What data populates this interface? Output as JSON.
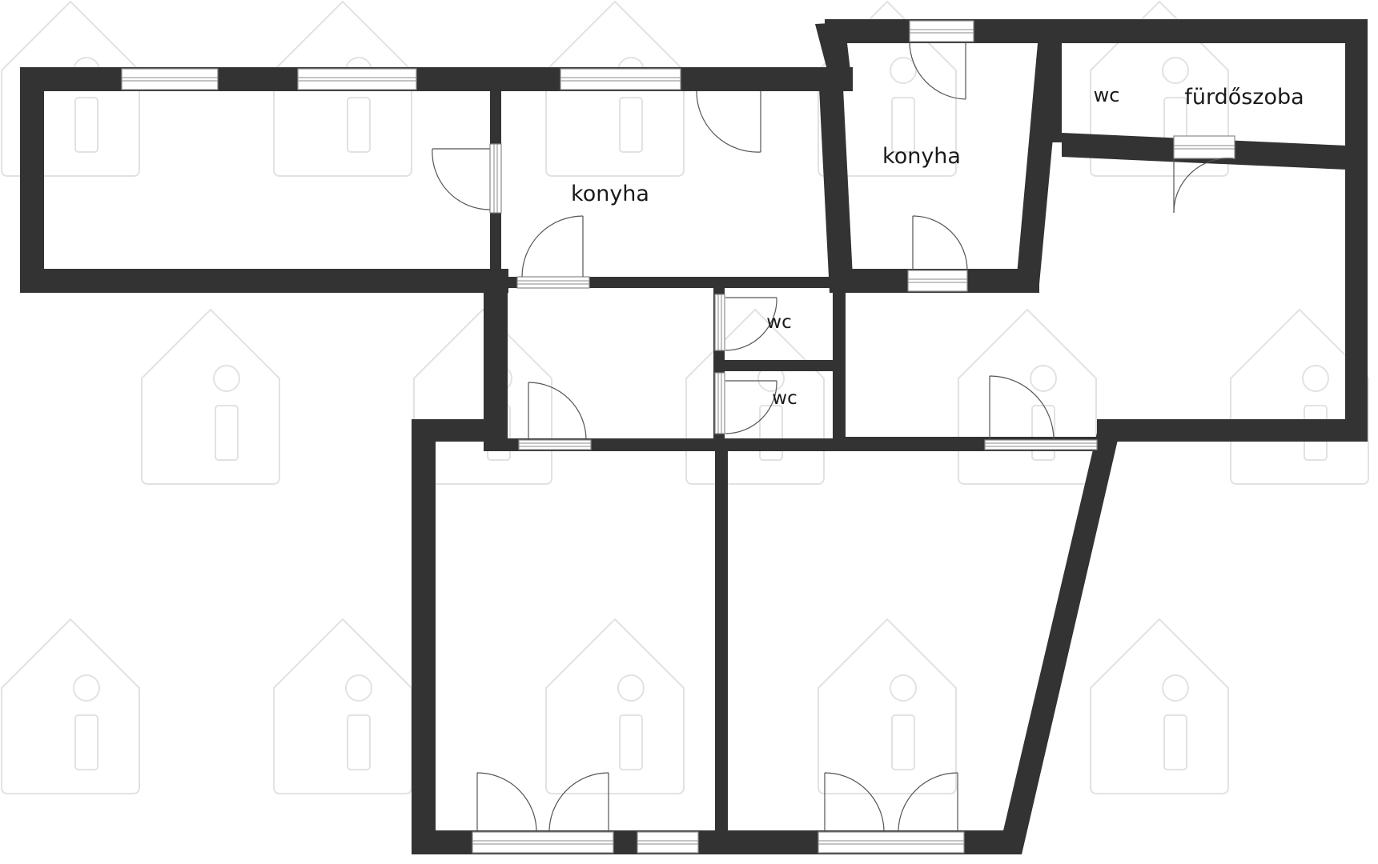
{
  "floor_plan": {
    "rooms": [
      {
        "id": "kitchen-1",
        "label": "konyha"
      },
      {
        "id": "kitchen-2",
        "label": "konyha"
      },
      {
        "id": "wc-1",
        "label": "wc"
      },
      {
        "id": "bathroom",
        "label": "fürdőszoba"
      },
      {
        "id": "wc-2",
        "label": "wc"
      },
      {
        "id": "wc-3",
        "label": "wc"
      }
    ],
    "colors": {
      "wall": "#333333",
      "opening": "#8a8a8a",
      "watermark": "#e2e2e2"
    },
    "watermark_icon": "house-info-icon"
  }
}
